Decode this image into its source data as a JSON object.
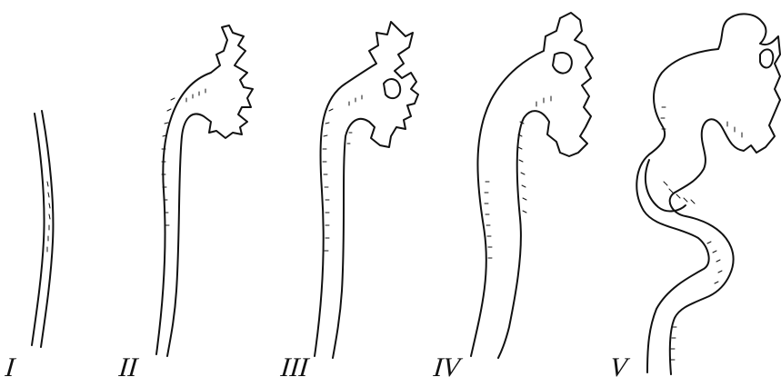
{
  "figure": {
    "stages": [
      {
        "label": "I"
      },
      {
        "label": "II"
      },
      {
        "label": "III"
      },
      {
        "label": "IV"
      },
      {
        "label": "V"
      }
    ],
    "colors": {
      "ink": "#111111",
      "paper": "#ffffff"
    }
  }
}
